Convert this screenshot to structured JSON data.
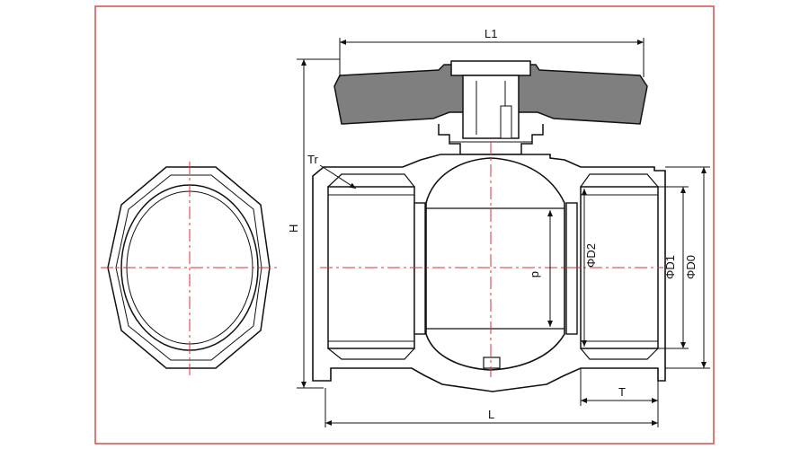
{
  "drawing": {
    "labels": {
      "L1": "L1",
      "H": "H",
      "Tr": "Tr",
      "d": "d",
      "D2": "ΦD2",
      "D1": "ΦD1",
      "D0": "ΦD0",
      "T": "T",
      "L": "L"
    }
  },
  "colors": {
    "frame": "#d94a4a",
    "centerline": "#e03030",
    "line": "#111111",
    "handle": "#7f7f7f",
    "background": "#ffffff"
  }
}
